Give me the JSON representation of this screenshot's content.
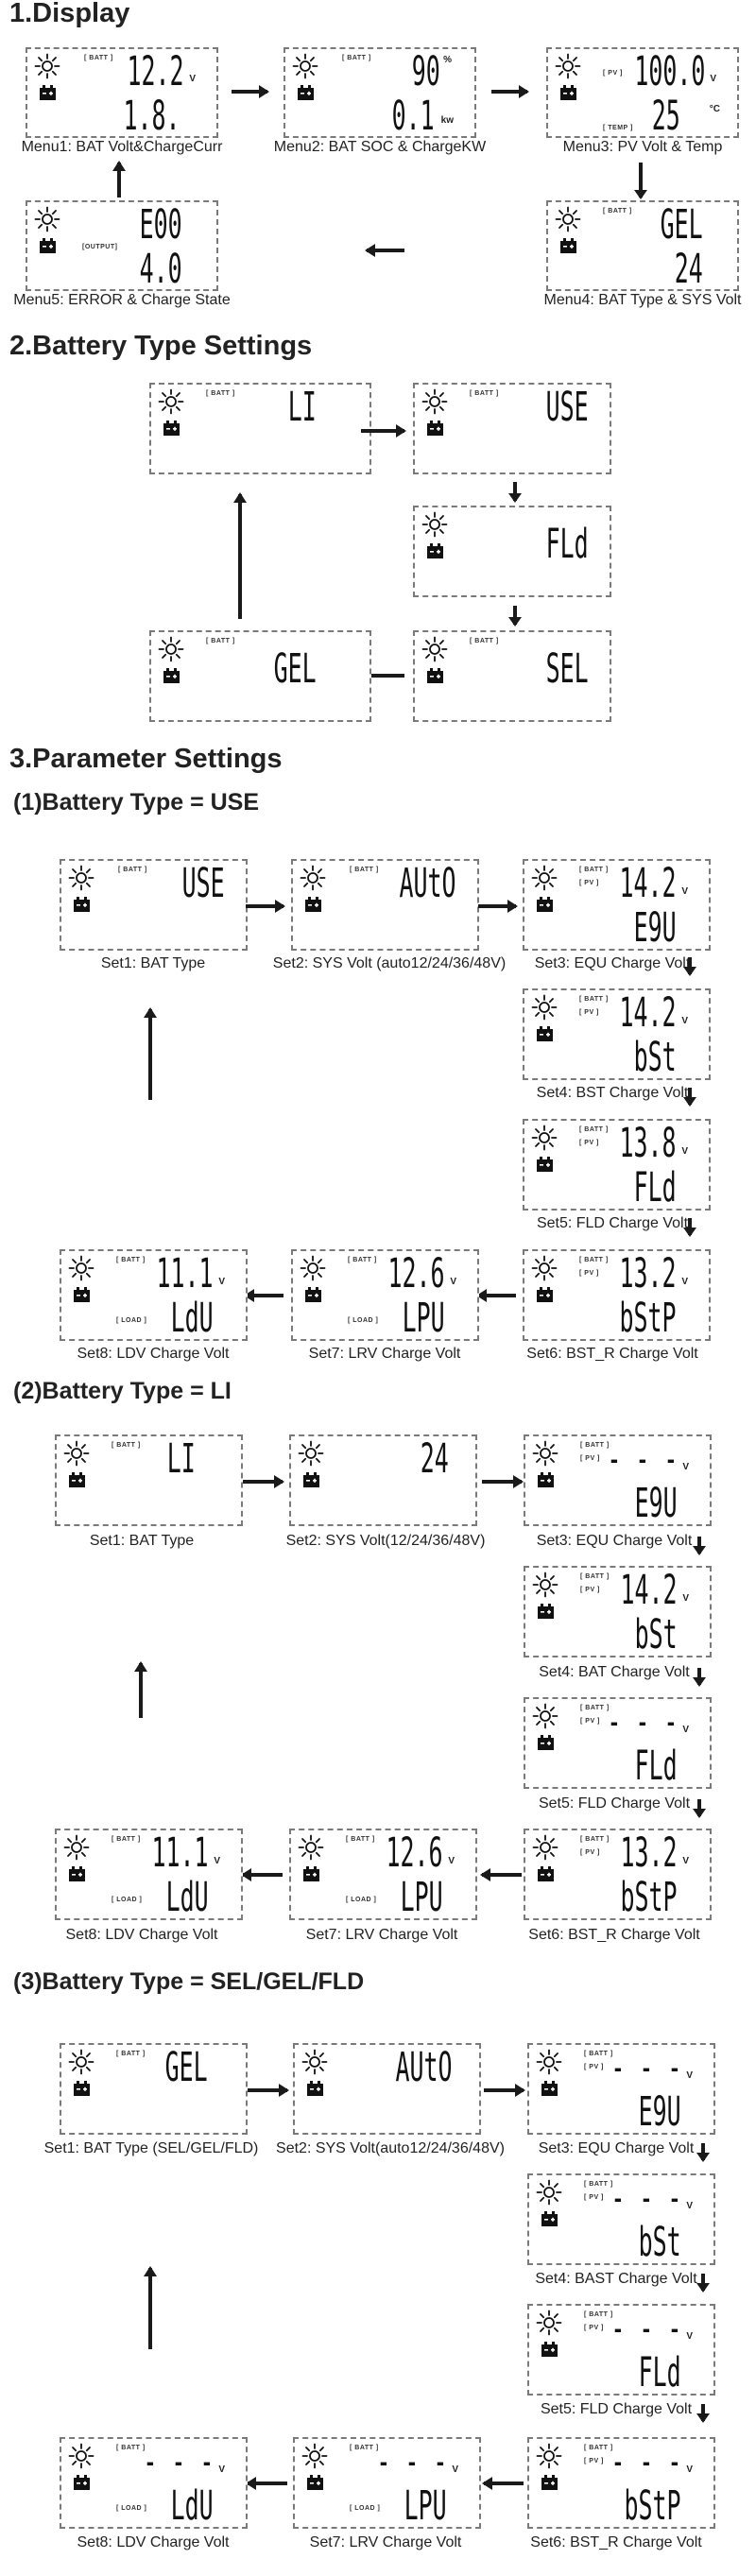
{
  "headings": {
    "display": "1.Display",
    "battery_type": "2.Battery Type Settings",
    "parameter": "3.Parameter Settings",
    "use": "(1)Battery Type = USE",
    "li": "(2)Battery Type = LI",
    "sel": "(3)Battery Type = SEL/GEL/FLD"
  },
  "labels": {
    "batt": "[ BATT ]",
    "pv": "[ PV ]",
    "temp": "[ TEMP ]",
    "output": "[OUTPUT]",
    "load": "[ LOAD ]"
  },
  "units": {
    "v": "V",
    "percent": "%",
    "kw": "kw",
    "celsius": "°C"
  },
  "display": {
    "m1": {
      "top": "12.2",
      "bottom": "1.8.",
      "caption": "Menu1: BAT Volt&ChargeCurr"
    },
    "m2": {
      "top": "90",
      "bottom": "0.1",
      "caption": "Menu2: BAT SOC & ChargeKW"
    },
    "m3": {
      "top": "100.0",
      "bottom": "25",
      "caption": "Menu3: PV Volt & Temp"
    },
    "m4": {
      "top": "GEL",
      "bottom": "24",
      "caption": "Menu4: BAT Type & SYS Volt"
    },
    "m5": {
      "top": "E00",
      "bottom": "4.0",
      "caption": "Menu5: ERROR & Charge State"
    }
  },
  "battery_types": {
    "li": "LI",
    "use": "USE",
    "fld": "FLd",
    "sel": "SEL",
    "gel": "GEL"
  },
  "use": {
    "s1": {
      "top": "USE",
      "caption": "Set1: BAT Type"
    },
    "s2": {
      "top": "AUtO",
      "caption": "Set2: SYS Volt (auto12/24/36/48V)"
    },
    "s3": {
      "top": "14.2",
      "bottom": "E9U",
      "caption": "Set3: EQU Charge Volt"
    },
    "s4": {
      "top": "14.2",
      "bottom": "bSt",
      "caption": "Set4: BST Charge Volt"
    },
    "s5": {
      "top": "13.8",
      "bottom": "FLd",
      "caption": "Set5: FLD Charge Volt"
    },
    "s6": {
      "top": "13.2",
      "bottom": "bStP",
      "caption": "Set6: BST_R Charge Volt"
    },
    "s7": {
      "top": "12.6",
      "bottom": "LPU",
      "caption": "Set7: LRV Charge Volt"
    },
    "s8": {
      "top": "11.1",
      "bottom": "LdU",
      "caption": "Set8: LDV Charge Volt"
    }
  },
  "li": {
    "s1": {
      "top": "LI",
      "caption": "Set1: BAT Type"
    },
    "s2": {
      "top": "24",
      "caption": "Set2: SYS Volt(12/24/36/48V)"
    },
    "s3": {
      "top": "- - -",
      "bottom": "E9U",
      "caption": "Set3: EQU Charge Volt"
    },
    "s4": {
      "top": "14.2",
      "bottom": "bSt",
      "caption": "Set4: BAT Charge Volt"
    },
    "s5": {
      "top": "- - -",
      "bottom": "FLd",
      "caption": "Set5: FLD Charge Volt"
    },
    "s6": {
      "top": "13.2",
      "bottom": "bStP",
      "caption": "Set6: BST_R Charge Volt"
    },
    "s7": {
      "top": "12.6",
      "bottom": "LPU",
      "caption": "Set7: LRV Charge Volt"
    },
    "s8": {
      "top": "11.1",
      "bottom": "LdU",
      "caption": "Set8: LDV Charge Volt"
    }
  },
  "sgf": {
    "s1": {
      "top": "GEL",
      "caption": "Set1: BAT Type (SEL/GEL/FLD)"
    },
    "s2": {
      "top": "AUtO",
      "caption": "Set2: SYS Volt(auto12/24/36/48V)"
    },
    "s3": {
      "top": "- - -",
      "bottom": "E9U",
      "caption": "Set3: EQU Charge Volt"
    },
    "s4": {
      "top": "- - -",
      "bottom": "bSt",
      "caption": "Set4: BAST Charge Volt"
    },
    "s5": {
      "top": "- - -",
      "bottom": "FLd",
      "caption": "Set5: FLD Charge Volt"
    },
    "s6": {
      "top": "- - -",
      "bottom": "bStP",
      "caption": "Set6: BST_R Charge Volt"
    },
    "s7": {
      "top": "- - -",
      "bottom": "LPU",
      "caption": "Set7: LRV Charge Volt"
    },
    "s8": {
      "top": "- - -",
      "bottom": "LdU",
      "caption": "Set8: LDV Charge Volt"
    }
  }
}
